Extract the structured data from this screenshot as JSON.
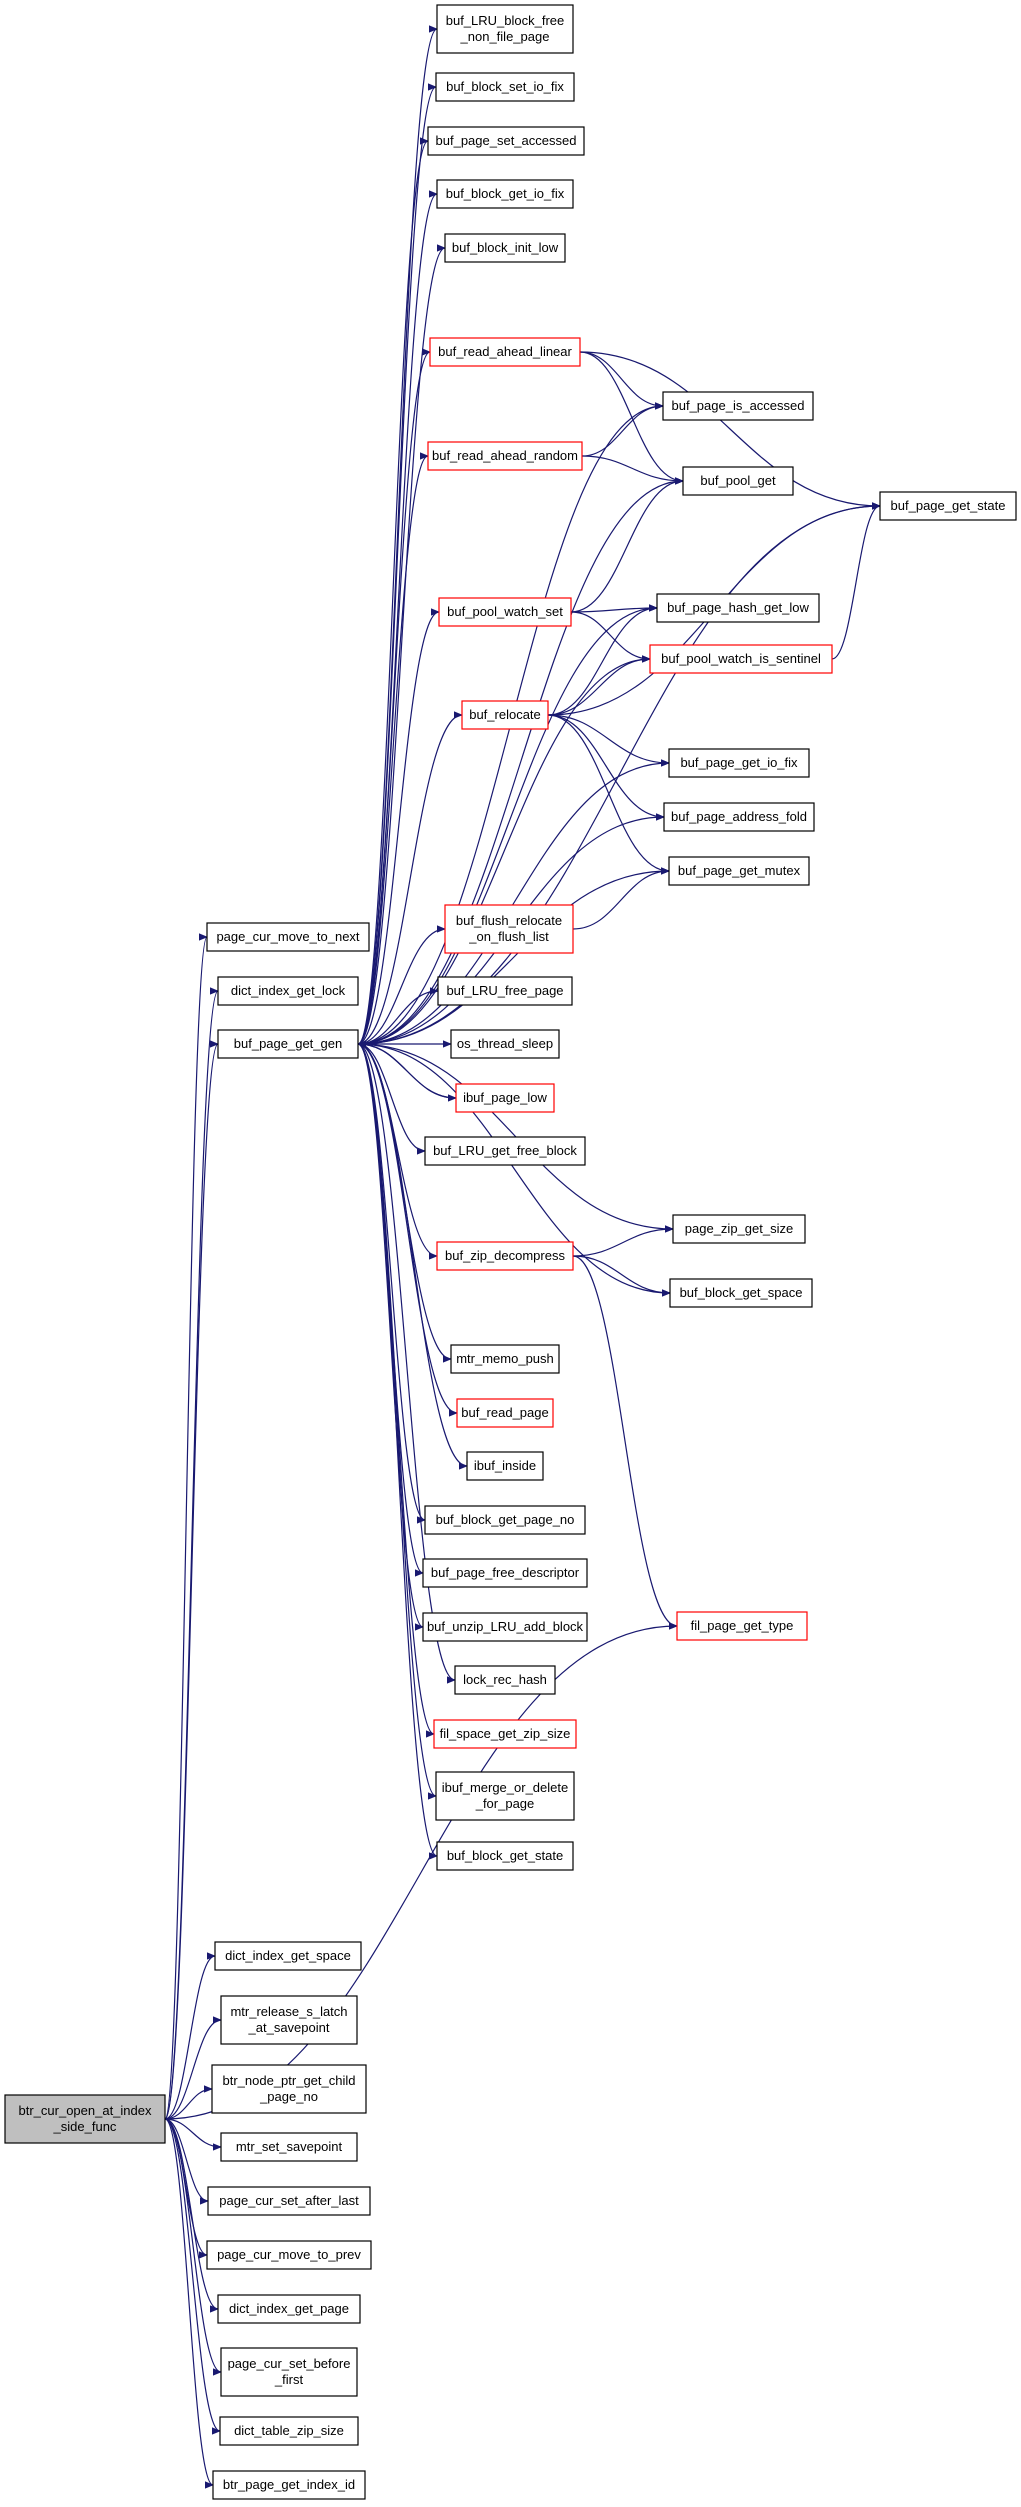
{
  "colors": {
    "edge": "#191970",
    "red_border": "#ff0000",
    "root_fill": "#bfbfbf"
  },
  "nodes": [
    {
      "id": "root",
      "lines": [
        "btr_cur_open_at_index",
        "_side_func"
      ],
      "style": "root"
    },
    {
      "id": "page_cur_move_to_next",
      "lines": [
        "page_cur_move_to_next"
      ],
      "style": "normal"
    },
    {
      "id": "dict_index_get_lock",
      "lines": [
        "dict_index_get_lock"
      ],
      "style": "normal"
    },
    {
      "id": "buf_page_get_gen",
      "lines": [
        "buf_page_get_gen"
      ],
      "style": "normal"
    },
    {
      "id": "fil_page_get_type",
      "lines": [
        "fil_page_get_type"
      ],
      "style": "red"
    },
    {
      "id": "dict_index_get_space",
      "lines": [
        "dict_index_get_space"
      ],
      "style": "normal"
    },
    {
      "id": "mtr_release_s_latch_at_savepoint",
      "lines": [
        "mtr_release_s_latch",
        "_at_savepoint"
      ],
      "style": "normal"
    },
    {
      "id": "btr_node_ptr_get_child_page_no",
      "lines": [
        "btr_node_ptr_get_child",
        "_page_no"
      ],
      "style": "normal"
    },
    {
      "id": "mtr_set_savepoint",
      "lines": [
        "mtr_set_savepoint"
      ],
      "style": "normal"
    },
    {
      "id": "page_cur_set_after_last",
      "lines": [
        "page_cur_set_after_last"
      ],
      "style": "normal"
    },
    {
      "id": "page_cur_move_to_prev",
      "lines": [
        "page_cur_move_to_prev"
      ],
      "style": "normal"
    },
    {
      "id": "dict_index_get_page",
      "lines": [
        "dict_index_get_page"
      ],
      "style": "normal"
    },
    {
      "id": "page_cur_set_before_first",
      "lines": [
        "page_cur_set_before",
        "_first"
      ],
      "style": "normal"
    },
    {
      "id": "dict_table_zip_size",
      "lines": [
        "dict_table_zip_size"
      ],
      "style": "normal"
    },
    {
      "id": "btr_page_get_index_id",
      "lines": [
        "btr_page_get_index_id"
      ],
      "style": "normal"
    },
    {
      "id": "buf_LRU_block_free_non_file_page",
      "lines": [
        "buf_LRU_block_free",
        "_non_file_page"
      ],
      "style": "normal"
    },
    {
      "id": "buf_block_set_io_fix",
      "lines": [
        "buf_block_set_io_fix"
      ],
      "style": "normal"
    },
    {
      "id": "buf_page_set_accessed",
      "lines": [
        "buf_page_set_accessed"
      ],
      "style": "normal"
    },
    {
      "id": "buf_block_get_io_fix",
      "lines": [
        "buf_block_get_io_fix"
      ],
      "style": "normal"
    },
    {
      "id": "buf_block_init_low",
      "lines": [
        "buf_block_init_low"
      ],
      "style": "normal"
    },
    {
      "id": "buf_read_ahead_linear",
      "lines": [
        "buf_read_ahead_linear"
      ],
      "style": "red"
    },
    {
      "id": "buf_read_ahead_random",
      "lines": [
        "buf_read_ahead_random"
      ],
      "style": "red"
    },
    {
      "id": "buf_pool_watch_set",
      "lines": [
        "buf_pool_watch_set"
      ],
      "style": "red"
    },
    {
      "id": "buf_relocate",
      "lines": [
        "buf_relocate"
      ],
      "style": "red"
    },
    {
      "id": "buf_flush_relocate_on_flush_list",
      "lines": [
        "buf_flush_relocate",
        "_on_flush_list"
      ],
      "style": "red"
    },
    {
      "id": "buf_LRU_free_page",
      "lines": [
        "buf_LRU_free_page"
      ],
      "style": "normal"
    },
    {
      "id": "os_thread_sleep",
      "lines": [
        "os_thread_sleep"
      ],
      "style": "normal"
    },
    {
      "id": "ibuf_page_low",
      "lines": [
        "ibuf_page_low"
      ],
      "style": "red"
    },
    {
      "id": "buf_LRU_get_free_block",
      "lines": [
        "buf_LRU_get_free_block"
      ],
      "style": "normal"
    },
    {
      "id": "buf_zip_decompress",
      "lines": [
        "buf_zip_decompress"
      ],
      "style": "red"
    },
    {
      "id": "mtr_memo_push",
      "lines": [
        "mtr_memo_push"
      ],
      "style": "normal"
    },
    {
      "id": "buf_read_page",
      "lines": [
        "buf_read_page"
      ],
      "style": "red"
    },
    {
      "id": "ibuf_inside",
      "lines": [
        "ibuf_inside"
      ],
      "style": "normal"
    },
    {
      "id": "buf_block_get_page_no",
      "lines": [
        "buf_block_get_page_no"
      ],
      "style": "normal"
    },
    {
      "id": "buf_page_free_descriptor",
      "lines": [
        "buf_page_free_descriptor"
      ],
      "style": "normal"
    },
    {
      "id": "buf_unzip_LRU_add_block",
      "lines": [
        "buf_unzip_LRU_add_block"
      ],
      "style": "normal"
    },
    {
      "id": "lock_rec_hash",
      "lines": [
        "lock_rec_hash"
      ],
      "style": "normal"
    },
    {
      "id": "fil_space_get_zip_size",
      "lines": [
        "fil_space_get_zip_size"
      ],
      "style": "red"
    },
    {
      "id": "ibuf_merge_or_delete_for_page",
      "lines": [
        "ibuf_merge_or_delete",
        "_for_page"
      ],
      "style": "normal"
    },
    {
      "id": "buf_block_get_state",
      "lines": [
        "buf_block_get_state"
      ],
      "style": "normal"
    },
    {
      "id": "buf_page_is_accessed",
      "lines": [
        "buf_page_is_accessed"
      ],
      "style": "normal"
    },
    {
      "id": "buf_pool_get",
      "lines": [
        "buf_pool_get"
      ],
      "style": "normal"
    },
    {
      "id": "buf_page_hash_get_low",
      "lines": [
        "buf_page_hash_get_low"
      ],
      "style": "normal"
    },
    {
      "id": "buf_pool_watch_is_sentinel",
      "lines": [
        "buf_pool_watch_is_sentinel"
      ],
      "style": "red"
    },
    {
      "id": "buf_page_get_io_fix",
      "lines": [
        "buf_page_get_io_fix"
      ],
      "style": "normal"
    },
    {
      "id": "buf_page_address_fold",
      "lines": [
        "buf_page_address_fold"
      ],
      "style": "normal"
    },
    {
      "id": "buf_page_get_mutex",
      "lines": [
        "buf_page_get_mutex"
      ],
      "style": "normal"
    },
    {
      "id": "page_zip_get_size",
      "lines": [
        "page_zip_get_size"
      ],
      "style": "normal"
    },
    {
      "id": "buf_block_get_space",
      "lines": [
        "buf_block_get_space"
      ],
      "style": "normal"
    },
    {
      "id": "buf_page_get_state",
      "lines": [
        "buf_page_get_state"
      ],
      "style": "normal"
    }
  ],
  "edges": [
    [
      "root",
      "page_cur_move_to_next"
    ],
    [
      "root",
      "dict_index_get_lock"
    ],
    [
      "root",
      "buf_page_get_gen"
    ],
    [
      "root",
      "fil_page_get_type"
    ],
    [
      "root",
      "dict_index_get_space"
    ],
    [
      "root",
      "mtr_release_s_latch_at_savepoint"
    ],
    [
      "root",
      "btr_node_ptr_get_child_page_no"
    ],
    [
      "root",
      "mtr_set_savepoint"
    ],
    [
      "root",
      "page_cur_set_after_last"
    ],
    [
      "root",
      "page_cur_move_to_prev"
    ],
    [
      "root",
      "dict_index_get_page"
    ],
    [
      "root",
      "page_cur_set_before_first"
    ],
    [
      "root",
      "dict_table_zip_size"
    ],
    [
      "root",
      "btr_page_get_index_id"
    ],
    [
      "buf_page_get_gen",
      "buf_LRU_block_free_non_file_page"
    ],
    [
      "buf_page_get_gen",
      "buf_block_set_io_fix"
    ],
    [
      "buf_page_get_gen",
      "buf_page_set_accessed"
    ],
    [
      "buf_page_get_gen",
      "buf_block_get_io_fix"
    ],
    [
      "buf_page_get_gen",
      "buf_block_init_low"
    ],
    [
      "buf_page_get_gen",
      "buf_page_get_state"
    ],
    [
      "buf_page_get_gen",
      "buf_read_ahead_linear"
    ],
    [
      "buf_page_get_gen",
      "buf_page_is_accessed"
    ],
    [
      "buf_page_get_gen",
      "buf_read_ahead_random"
    ],
    [
      "buf_page_get_gen",
      "buf_pool_get"
    ],
    [
      "buf_page_get_gen",
      "buf_page_hash_get_low"
    ],
    [
      "buf_page_get_gen",
      "buf_pool_watch_set"
    ],
    [
      "buf_page_get_gen",
      "buf_pool_watch_is_sentinel"
    ],
    [
      "buf_page_get_gen",
      "buf_relocate"
    ],
    [
      "buf_page_get_gen",
      "buf_page_get_io_fix"
    ],
    [
      "buf_page_get_gen",
      "buf_page_address_fold"
    ],
    [
      "buf_page_get_gen",
      "buf_page_get_mutex"
    ],
    [
      "buf_page_get_gen",
      "buf_flush_relocate_on_flush_list"
    ],
    [
      "buf_page_get_gen",
      "buf_LRU_free_page"
    ],
    [
      "buf_page_get_gen",
      "os_thread_sleep"
    ],
    [
      "buf_page_get_gen",
      "ibuf_page_low"
    ],
    [
      "buf_page_get_gen",
      "buf_LRU_get_free_block"
    ],
    [
      "buf_page_get_gen",
      "page_zip_get_size"
    ],
    [
      "buf_page_get_gen",
      "buf_zip_decompress"
    ],
    [
      "buf_page_get_gen",
      "buf_block_get_space"
    ],
    [
      "buf_page_get_gen",
      "mtr_memo_push"
    ],
    [
      "buf_page_get_gen",
      "buf_read_page"
    ],
    [
      "buf_page_get_gen",
      "ibuf_inside"
    ],
    [
      "buf_page_get_gen",
      "buf_block_get_page_no"
    ],
    [
      "buf_page_get_gen",
      "buf_page_free_descriptor"
    ],
    [
      "buf_page_get_gen",
      "buf_unzip_LRU_add_block"
    ],
    [
      "buf_page_get_gen",
      "lock_rec_hash"
    ],
    [
      "buf_page_get_gen",
      "fil_space_get_zip_size"
    ],
    [
      "buf_page_get_gen",
      "ibuf_merge_or_delete_for_page"
    ],
    [
      "buf_page_get_gen",
      "buf_block_get_state"
    ],
    [
      "buf_read_ahead_linear",
      "buf_page_is_accessed"
    ],
    [
      "buf_read_ahead_linear",
      "buf_pool_get"
    ],
    [
      "buf_read_ahead_linear",
      "buf_page_get_state"
    ],
    [
      "buf_read_ahead_random",
      "buf_page_is_accessed"
    ],
    [
      "buf_read_ahead_random",
      "buf_pool_get"
    ],
    [
      "buf_pool_watch_set",
      "buf_pool_get"
    ],
    [
      "buf_pool_watch_set",
      "buf_page_hash_get_low"
    ],
    [
      "buf_pool_watch_set",
      "buf_pool_watch_is_sentinel"
    ],
    [
      "buf_relocate",
      "buf_page_hash_get_low"
    ],
    [
      "buf_relocate",
      "buf_pool_watch_is_sentinel"
    ],
    [
      "buf_relocate",
      "buf_page_get_state"
    ],
    [
      "buf_relocate",
      "buf_page_get_io_fix"
    ],
    [
      "buf_relocate",
      "buf_page_address_fold"
    ],
    [
      "buf_relocate",
      "buf_page_get_mutex"
    ],
    [
      "buf_pool_watch_is_sentinel",
      "buf_page_get_state"
    ],
    [
      "buf_flush_relocate_on_flush_list",
      "buf_page_get_mutex"
    ],
    [
      "ibuf_page_low",
      "buf_page_get_gen"
    ],
    [
      "buf_zip_decompress",
      "page_zip_get_size"
    ],
    [
      "buf_zip_decompress",
      "buf_block_get_space"
    ],
    [
      "buf_zip_decompress",
      "fil_page_get_type"
    ]
  ]
}
